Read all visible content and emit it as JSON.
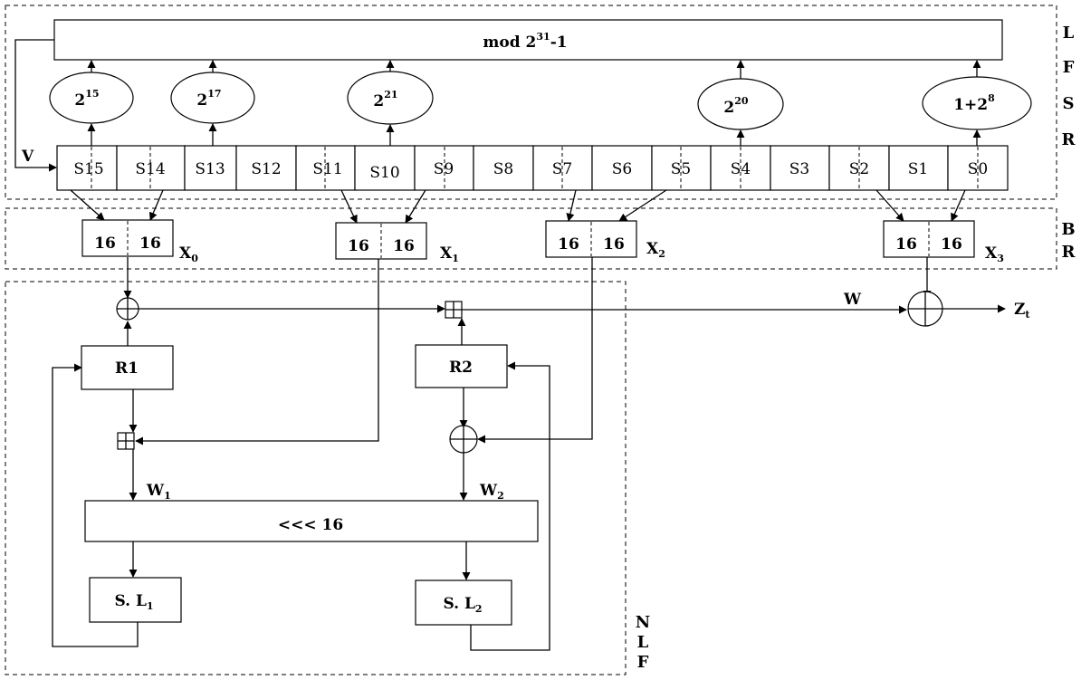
{
  "lfsr": {
    "mod_label": "mod 2",
    "mod_exp": "31",
    "mod_suffix": "-1",
    "side": [
      "L",
      "F",
      "S",
      "R"
    ],
    "v_label": "V",
    "cells": [
      "S15",
      "S14",
      "S13",
      "S12",
      "S11",
      "S10",
      "S9",
      "S8",
      "S7",
      "S6",
      "S5",
      "S4",
      "S3",
      "S2",
      "S1",
      "S0"
    ],
    "multipliers": [
      {
        "base": "2",
        "exp": "15"
      },
      {
        "base": "2",
        "exp": "17"
      },
      {
        "base": "2",
        "exp": "21"
      },
      {
        "base": "2",
        "exp": "20"
      },
      {
        "base": "1+2",
        "exp": "8"
      }
    ]
  },
  "br": {
    "side": [
      "B",
      "R"
    ],
    "boxes": [
      {
        "left": "16",
        "right": "16",
        "label": "X",
        "sub": "0"
      },
      {
        "left": "16",
        "right": "16",
        "label": "X",
        "sub": "1"
      },
      {
        "left": "16",
        "right": "16",
        "label": "X",
        "sub": "2"
      },
      {
        "left": "16",
        "right": "16",
        "label": "X",
        "sub": "3"
      }
    ]
  },
  "nlf": {
    "side": [
      "N",
      "L",
      "F"
    ],
    "r1": "R1",
    "r2": "R2",
    "w": "W",
    "z": "Z",
    "z_sub": "t",
    "w1": "W",
    "w1_sub": "1",
    "w2": "W",
    "w2_sub": "2",
    "rotate": "<<< 16",
    "sl1": "S. L",
    "sl1_sub": "1",
    "sl2": "S. L",
    "sl2_sub": "2"
  }
}
